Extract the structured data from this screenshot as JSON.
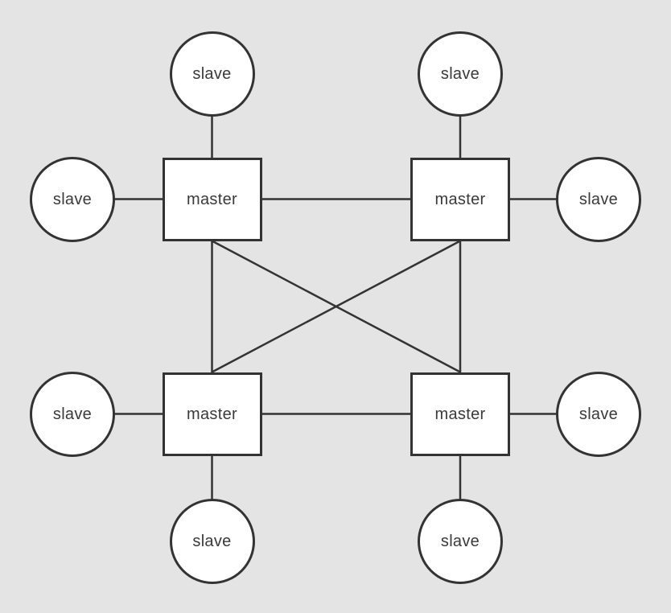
{
  "diagram": {
    "type": "network-topology",
    "nodes": [
      {
        "id": "slave-top-left",
        "type": "slave",
        "label": "slave"
      },
      {
        "id": "slave-top-right",
        "type": "slave",
        "label": "slave"
      },
      {
        "id": "slave-left-top",
        "type": "slave",
        "label": "slave"
      },
      {
        "id": "slave-right-top",
        "type": "slave",
        "label": "slave"
      },
      {
        "id": "master-top-left",
        "type": "master",
        "label": "master"
      },
      {
        "id": "master-top-right",
        "type": "master",
        "label": "master"
      },
      {
        "id": "slave-left-bottom",
        "type": "slave",
        "label": "slave"
      },
      {
        "id": "slave-right-bottom",
        "type": "slave",
        "label": "slave"
      },
      {
        "id": "master-bottom-left",
        "type": "master",
        "label": "master"
      },
      {
        "id": "master-bottom-right",
        "type": "master",
        "label": "master"
      },
      {
        "id": "slave-bottom-left",
        "type": "slave",
        "label": "slave"
      },
      {
        "id": "slave-bottom-right",
        "type": "slave",
        "label": "slave"
      }
    ],
    "edges": [
      {
        "from": "master-top-left",
        "to": "master-top-right"
      },
      {
        "from": "master-bottom-left",
        "to": "master-bottom-right"
      },
      {
        "from": "master-top-left",
        "to": "master-bottom-left"
      },
      {
        "from": "master-top-right",
        "to": "master-bottom-right"
      },
      {
        "from": "master-top-left",
        "to": "master-bottom-right"
      },
      {
        "from": "master-top-right",
        "to": "master-bottom-left"
      },
      {
        "from": "slave-top-left",
        "to": "master-top-left"
      },
      {
        "from": "slave-left-top",
        "to": "master-top-left"
      },
      {
        "from": "slave-top-right",
        "to": "master-top-right"
      },
      {
        "from": "slave-right-top",
        "to": "master-top-right"
      },
      {
        "from": "slave-left-bottom",
        "to": "master-bottom-left"
      },
      {
        "from": "slave-bottom-left",
        "to": "master-bottom-left"
      },
      {
        "from": "slave-right-bottom",
        "to": "master-bottom-right"
      },
      {
        "from": "slave-bottom-right",
        "to": "master-bottom-right"
      }
    ],
    "colors": {
      "background": "#e4e4e4",
      "node_fill": "#ffffff",
      "stroke": "#333333",
      "text": "#3a3a3a"
    }
  }
}
